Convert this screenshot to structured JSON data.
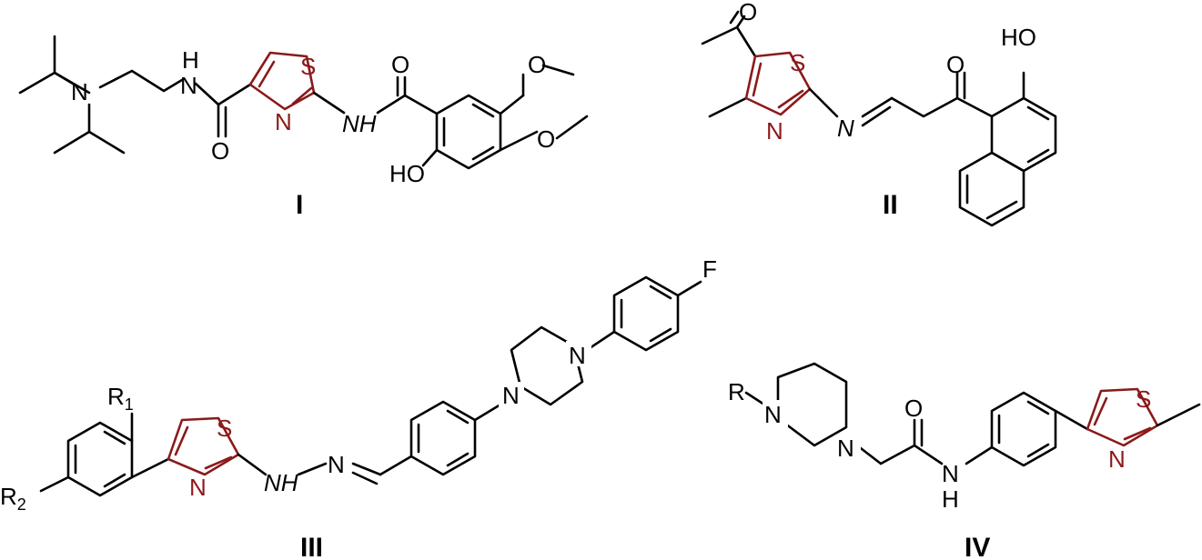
{
  "compounds": {
    "I": {
      "label": "I",
      "atoms": {
        "h_amide": "H",
        "n_amine": "N",
        "n_amide": "N",
        "o_carbonyl1": "O",
        "s": "S",
        "n_ring": "N",
        "nh": "NH",
        "o_carbonyl2": "O",
        "o_methoxy1": "O",
        "o_methoxy2": "O",
        "ho": "HO"
      }
    },
    "II": {
      "label": "II",
      "atoms": {
        "o_acetyl": "O",
        "s": "S",
        "n_ring": "N",
        "n_imine": "N",
        "o_keto": "O",
        "ho": "HO"
      }
    },
    "III": {
      "label": "III",
      "atoms": {
        "r1": "R",
        "r1_sub": "1",
        "r2": "R",
        "r2_sub": "2",
        "s": "S",
        "n_ring": "N",
        "nh": "NH",
        "n_imine": "N",
        "n_pip1": "N",
        "n_pip2": "N",
        "f": "F"
      }
    },
    "IV": {
      "label": "IV",
      "atoms": {
        "r": "R",
        "n_pip1": "N",
        "n_pip2": "N",
        "o_carbonyl": "O",
        "n_amide": "N",
        "h_amide": "H",
        "s": "S",
        "n_ring": "N"
      }
    }
  },
  "colors": {
    "thiazole_ring": "#8b1a1a",
    "bonds": "#000000"
  }
}
